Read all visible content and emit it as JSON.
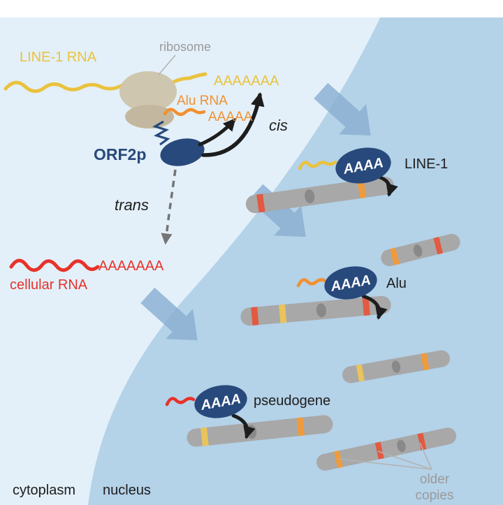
{
  "colors": {
    "cytoplasm": "#e3f0f9",
    "nucleus": "#b4d2e8",
    "arrow_blue": "#8aafd2",
    "line1_yellow": "#eac23e",
    "alu_orange": "#f29030",
    "rna_red": "#e8322a",
    "navy": "#28497c",
    "ribosome_tan": "#cfc6af",
    "ribosome_tan_dark": "#c3b89f",
    "chromosome_gray": "#a8a8a8",
    "centromere_gray": "#898989",
    "band_red": "#e25a41",
    "band_orange": "#ef9b3c",
    "band_yellow": "#e9c35b",
    "ink": "#1d1d1d",
    "trans_gray": "#757575",
    "pointer_gray": "#b3b3b3",
    "label_gray": "#9a9a9a"
  },
  "cytoplasm_side": {
    "line1_rna": "LINE-1 RNA",
    "ribosome": "ribosome",
    "polyA_long": "AAAAAAA",
    "alu_rna": "Alu RNA",
    "polyA_short": "AAAAA",
    "orf2p": "ORF2p",
    "cis": "cis",
    "trans": "trans",
    "cellular_polyA": "AAAAAAA",
    "cellular_rna": "cellular RNA",
    "region_label": "cytoplasm"
  },
  "nucleus_side": {
    "region_label": "nucleus",
    "insert_polyA": "AAAA",
    "line1": "LINE-1",
    "alu": "Alu",
    "pseudogene": "pseudogene",
    "older": "older",
    "copies": "copies"
  }
}
